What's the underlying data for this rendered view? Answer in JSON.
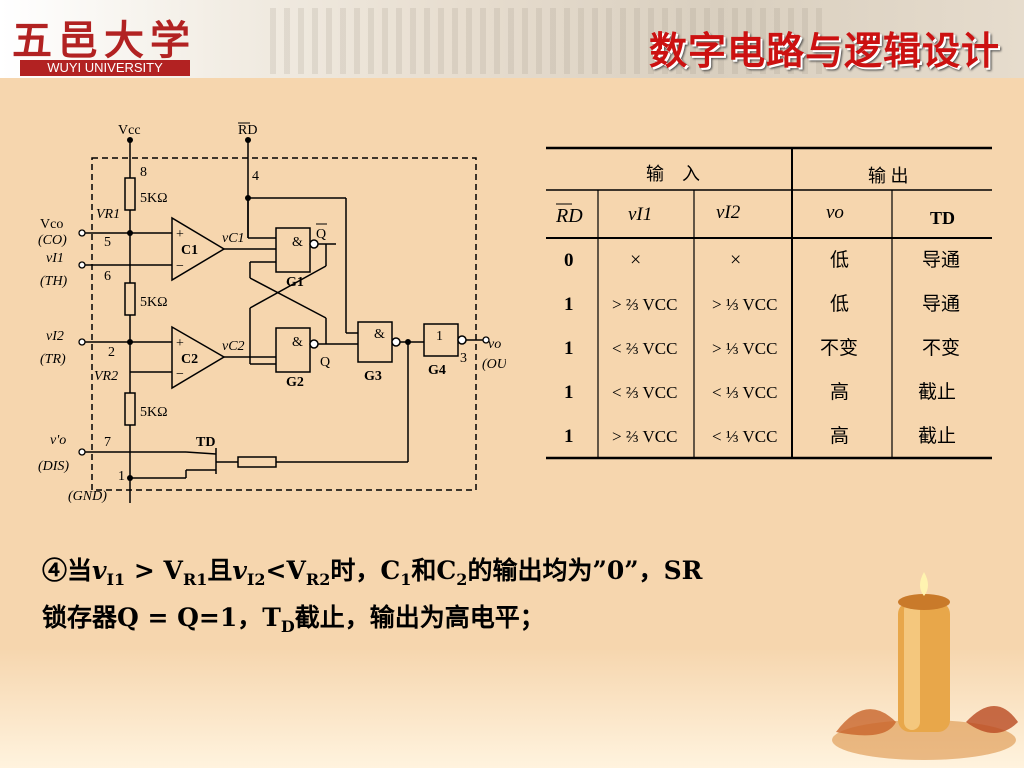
{
  "header": {
    "logo_cn": "五邑大学",
    "logo_en": "WUYI UNIVERSITY",
    "title": "数字电路与逻辑设计"
  },
  "circuit": {
    "labels": {
      "vcc": "Vcc",
      "rd": "RD",
      "pin8": "8",
      "pin4": "4",
      "pin5": "5",
      "pin6": "6",
      "pin2": "2",
      "pin7": "7",
      "pin1": "1",
      "pin3": "3",
      "r1": "5KΩ",
      "r2": "5KΩ",
      "r3": "5KΩ",
      "vr1": "VR1",
      "vr2": "VR2",
      "vco": "Vco",
      "co": "(CO)",
      "vi1": "vI1",
      "th": "(TH)",
      "vi2": "vI2",
      "tr": "(TR)",
      "vo_prime": "v'o",
      "dis": "(DIS)",
      "gnd": "(GND)",
      "vc1": "vC1",
      "vc2": "vC2",
      "c1": "C1",
      "c2": "C2",
      "plus1": "+",
      "minus1": "−",
      "plus2": "+",
      "minus2": "−",
      "amp1": "&",
      "amp2": "&",
      "amp3": "&",
      "one": "1",
      "qbar": "Q",
      "q": "Q",
      "g1": "G1",
      "g2": "G2",
      "g3": "G3",
      "g4": "G4",
      "td": "TD",
      "vo": "vo",
      "out": "(OUT)"
    }
  },
  "table": {
    "group_input": "输　入",
    "group_output": "输 出",
    "col_rd": "RD",
    "col_vi1": "vI1",
    "col_vi2": "vI2",
    "col_vo": "vo",
    "col_td": "TD",
    "rows": [
      {
        "rd": "0",
        "vi1": "×",
        "vi2": "×",
        "vo": "低",
        "td": "导通"
      },
      {
        "rd": "1",
        "vi1": "> ⅔ VCC",
        "vi2": "> ⅓ VCC",
        "vo": "低",
        "td": "导通"
      },
      {
        "rd": "1",
        "vi1": "< ⅔ VCC",
        "vi2": "> ⅓ VCC",
        "vo": "不变",
        "td": "不变"
      },
      {
        "rd": "1",
        "vi1": "< ⅔ VCC",
        "vi2": "< ⅓ VCC",
        "vo": "高",
        "td": "截止"
      },
      {
        "rd": "1",
        "vi1": "> ⅔ VCC",
        "vi2": "< ⅓ VCC",
        "vo": "高",
        "td": "截止"
      }
    ]
  },
  "statement": {
    "line1_a": "④当",
    "v": "v",
    "i1": "I1",
    "gt": " > V",
    "r1": "R1",
    "and": "且",
    "i2": "I2",
    "lt": "<V",
    "r2": "R2",
    "time": "时，C",
    "sub1": "1",
    "he": "和C",
    "sub2": "2",
    "rest1": "的输出均为”0”，SR",
    "line2_a": "锁存器Q = Q=1，T",
    "d": "D",
    "rest2": "截止，输出为高电平；"
  }
}
